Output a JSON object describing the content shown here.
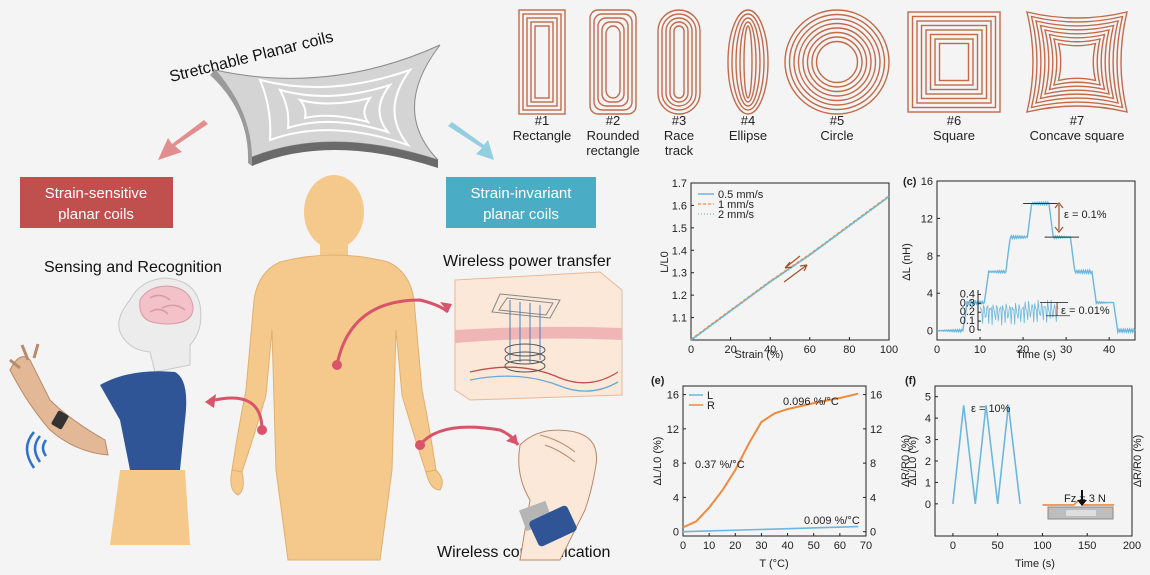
{
  "overview": {
    "title": "Stretchable Planar coils",
    "left_box": {
      "line1": "Strain-sensitive",
      "line2": "planar coils"
    },
    "right_box": {
      "line1": "Strain-invariant",
      "line2": "planar coils"
    },
    "sensing": "Sensing and Recognition",
    "power": "Wireless power transfer",
    "comm": "Wireless communication"
  },
  "colors": {
    "left_box": "#c0504d",
    "right_box": "#4bacc6",
    "coil": "#c46a4a",
    "blue_line": "#6bb7e0",
    "orange_line": "#f08a3c",
    "body": "#f5c98c",
    "arrow": "#d8546a"
  },
  "coils": [
    {
      "num": "#1",
      "name": [
        "Rectangle"
      ],
      "shape": "rect"
    },
    {
      "num": "#2",
      "name": [
        "Rounded",
        "rectangle"
      ],
      "shape": "rrect"
    },
    {
      "num": "#3",
      "name": [
        "Race",
        "track"
      ],
      "shape": "race"
    },
    {
      "num": "#4",
      "name": [
        "Ellipse"
      ],
      "shape": "ellipse"
    },
    {
      "num": "#5",
      "name": [
        "Circle"
      ],
      "shape": "circle"
    },
    {
      "num": "#6",
      "name": [
        "Square"
      ],
      "shape": "square"
    },
    {
      "num": "#7",
      "name": [
        "Concave square"
      ],
      "shape": "concave"
    }
  ],
  "chart_data": [
    {
      "type": "line",
      "panel": "",
      "xlabel": "Strain (%)",
      "ylabel": "L/L0",
      "xlim": [
        0,
        100
      ],
      "ylim": [
        1.0,
        1.7
      ],
      "xticks": [
        "0",
        "20",
        "40",
        "60",
        "80",
        "100"
      ],
      "yticks": [
        "1.1",
        "1.2",
        "1.3",
        "1.4",
        "1.5",
        "1.6",
        "1.7"
      ],
      "legend": [
        "0.5 mm/s",
        "1 mm/s",
        "2 mm/s"
      ],
      "series": [
        {
          "name": "0.5 mm/s",
          "x": [
            0,
            20,
            40,
            60,
            80,
            100
          ],
          "y": [
            1.0,
            1.13,
            1.26,
            1.38,
            1.51,
            1.64
          ]
        }
      ]
    },
    {
      "type": "line",
      "panel": "(c)",
      "xlabel": "Time (s)",
      "ylabel": "ΔL (nH)",
      "xlim": [
        0,
        46
      ],
      "ylim": [
        -1,
        16
      ],
      "xticks": [
        "0",
        "10",
        "20",
        "30",
        "40"
      ],
      "yticks": [
        "0",
        "4",
        "8",
        "12",
        "16"
      ],
      "annotation_main": "ε = 0.1%",
      "annotation_inset": "ε = 0.01%",
      "inset_yticks": [
        "0",
        "0.1",
        "0.2",
        "0.3",
        "0.4"
      ],
      "series": [
        {
          "x": [
            0,
            6,
            7,
            11,
            12,
            16,
            17,
            21,
            22,
            26,
            27,
            31,
            32,
            36,
            37,
            41,
            42,
            46
          ],
          "y": [
            0,
            0,
            3,
            3,
            6.3,
            6.3,
            10,
            10,
            13.6,
            13.6,
            10,
            10,
            6.3,
            6.3,
            3,
            3,
            0,
            0
          ]
        }
      ]
    },
    {
      "type": "line",
      "panel": "(e)",
      "xlabel": "T (°C)",
      "ylabel": "ΔL/L0 (%)",
      "ylabel_right": "ΔR/R0 (%)",
      "xlim": [
        0,
        70
      ],
      "ylim": [
        -0.5,
        17
      ],
      "xticks": [
        "0",
        "10",
        "20",
        "30",
        "40",
        "50",
        "60",
        "70"
      ],
      "yticks": [
        "0",
        "4",
        "8",
        "12",
        "16"
      ],
      "legend": [
        "L",
        "R"
      ],
      "annotations": [
        "0.096 %/°C",
        "0.37 %/°C",
        "0.009 %/°C"
      ],
      "series": [
        {
          "name": "L",
          "x": [
            0,
            67
          ],
          "y": [
            0,
            0.6
          ]
        },
        {
          "name": "R",
          "x": [
            0,
            5,
            10,
            15,
            20,
            25,
            30,
            35,
            40,
            50,
            60,
            67
          ],
          "y": [
            0.5,
            1.2,
            2.8,
            4.8,
            7.2,
            10.2,
            12.8,
            13.8,
            14.3,
            15.0,
            15.6,
            16.1
          ]
        }
      ]
    },
    {
      "type": "line",
      "panel": "(f)",
      "xlabel": "Time (s)",
      "ylabel": "ΔL/L0 (%)",
      "ylabel_right": "ΔR/R0 (%)",
      "xlim": [
        -20,
        200
      ],
      "ylim": [
        -1.5,
        5.5
      ],
      "xticks": [
        "0",
        "50",
        "100",
        "150",
        "200"
      ],
      "yticks": [
        "0",
        "1",
        "2",
        "3",
        "4",
        "5"
      ],
      "annotation": "ε = 10%",
      "force_label": "Fz = 3 N",
      "series": [
        {
          "name": "L",
          "x": [
            0,
            12,
            25,
            37,
            50,
            62,
            75
          ],
          "y": [
            0,
            4.6,
            0,
            4.6,
            0,
            4.6,
            0
          ]
        },
        {
          "name": "R",
          "x": [
            100,
            135,
            140,
            145,
            180
          ],
          "y": [
            -0.05,
            -0.05,
            0.15,
            -0.05,
            -0.05
          ]
        }
      ]
    }
  ]
}
